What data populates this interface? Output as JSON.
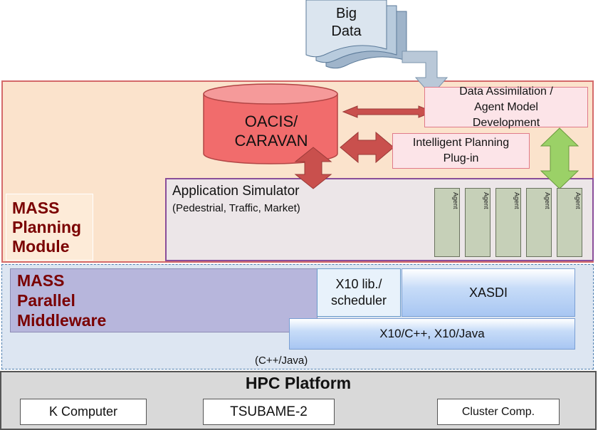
{
  "big_data": {
    "line1": "Big",
    "line2": "Data"
  },
  "planning_module": {
    "line1": "MASS",
    "line2": "Planning",
    "line3": "Module"
  },
  "oacis": {
    "line1": "OACIS/",
    "line2": "CARAVAN"
  },
  "data_assimilation": {
    "line1": "Data Assimilation /",
    "line2": "Agent Model",
    "line3": "Development"
  },
  "intelligent_planning": {
    "line1": "Intelligent Planning",
    "line2": "Plug-in"
  },
  "application_simulator": {
    "title": "Application Simulator",
    "subtitle": "(Pedestrial, Traffic, Market)"
  },
  "agents": [
    "Agent",
    "Agent",
    "Agent",
    "Agent",
    "Agent"
  ],
  "middleware": {
    "line1": "MASS",
    "line2": "Parallel",
    "line3": "Middleware"
  },
  "x10_lib": {
    "line1": "X10 lib./",
    "line2": "scheduler"
  },
  "xasdi": "XASDI",
  "x10_langs": "X10/C++, X10/Java",
  "lang_note": "(C++/Java)",
  "hpc": {
    "title": "HPC Platform",
    "systems": [
      "K Computer",
      "TSUBAME-2",
      "Cluster Comp."
    ]
  },
  "colors": {
    "planning_bg": "#fbe3cc",
    "planning_border": "#d46a6a",
    "label_red": "#7a0000",
    "cylinder_red": "#f16c6c",
    "arrow_red": "#c0504d",
    "arrow_green": "#9bd167",
    "middleware_bg": "#dde6f2",
    "hpc_bg": "#d9d9d9"
  }
}
